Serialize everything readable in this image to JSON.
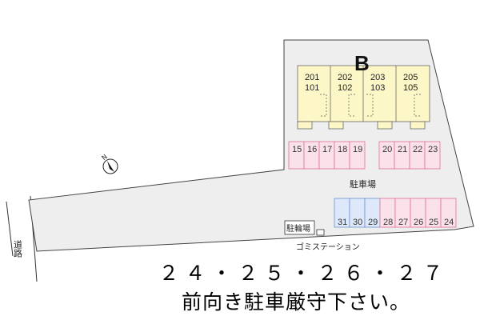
{
  "building": {
    "name": "B",
    "units": [
      {
        "upper": "201",
        "lower": "101"
      },
      {
        "upper": "202",
        "lower": "102"
      },
      {
        "upper": "203",
        "lower": "103"
      },
      {
        "upper": "205",
        "lower": "105"
      }
    ]
  },
  "parking": {
    "label": "駐車場",
    "row_a": [
      "15",
      "16",
      "17",
      "18",
      "19"
    ],
    "row_b": [
      "20",
      "21",
      "22",
      "23"
    ],
    "row_c_blue": [
      "31",
      "30",
      "29"
    ],
    "row_c_pink": [
      "28",
      "27",
      "26",
      "25",
      "24"
    ]
  },
  "bike_parking": {
    "label": "駐輪場"
  },
  "garbage_station": {
    "label": "ゴミステーション"
  },
  "road": {
    "label": "道路"
  },
  "compass": {
    "label": "N"
  },
  "notice": {
    "numbers": "２４・２５・２６・２７",
    "text": "前向き駐車厳守下さい。"
  },
  "colors": {
    "lot": "#eeeeee",
    "building": "#fdf7c8",
    "parking_pink": "#fbe2ea",
    "parking_pink_border": "#e07090",
    "parking_blue": "#dde9fb",
    "parking_blue_border": "#6f8fd0"
  }
}
